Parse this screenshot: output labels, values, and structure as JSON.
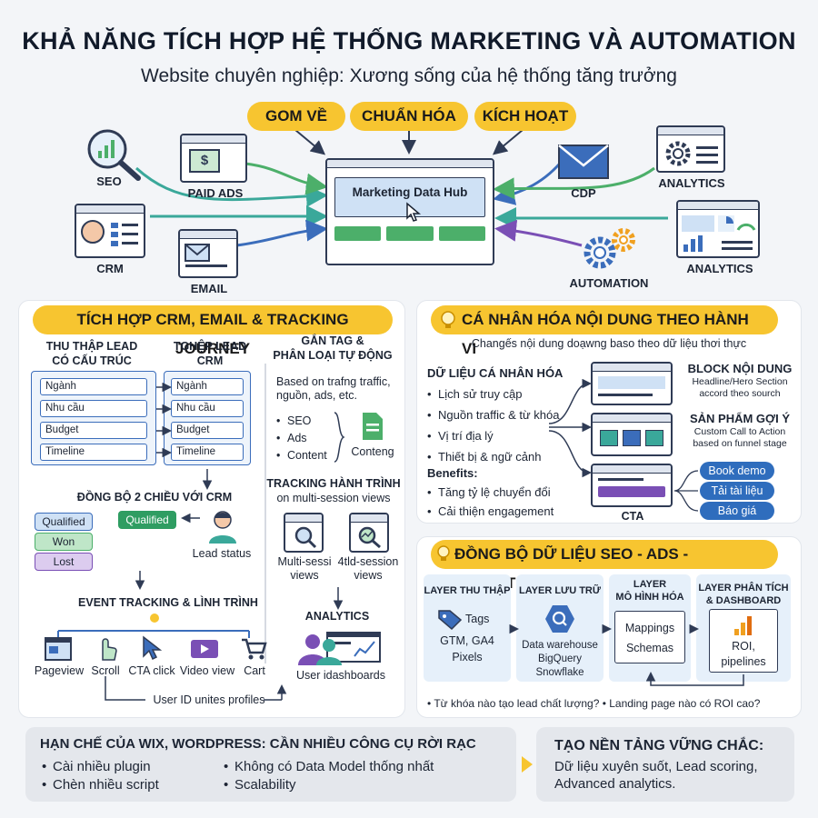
{
  "header": {
    "title": "KHẢ NĂNG TÍCH HỢP HỆ THỐNG MARKETING VÀ AUTOMATION",
    "subtitle": "Website chuyên nghiệp: Xương sống của hệ thống tăng trưởng"
  },
  "hub": {
    "pills": [
      "GOM VỀ",
      "CHUẨN HÓA",
      "KÍCH HOẠT"
    ],
    "center_label": "Marketing Data Hub",
    "sources": {
      "seo": "SEO",
      "paid_ads": "PAID ADS",
      "crm": "CRM",
      "email": "EMAIL"
    },
    "targets": {
      "cdp": "CDP",
      "analytics_top": "ANALYTICS",
      "analytics_bottom": "ANALYTICS",
      "automation": "AUTOMATION"
    },
    "paid_ads_symbol": "$"
  },
  "crm_section": {
    "title": "TÍCH HỢP CRM, EMAIL & TRACKING JOURNEY",
    "col1_title": "THU THẬP LEAD\nCÓ CẤU TRÚC",
    "col2_title": "TGHỆP LEAD\nCRM",
    "fields": [
      "Ngành",
      "Nhu cầu",
      "Budget",
      "Timeline"
    ],
    "sync_title": "ĐỒNG BỘ 2 CHIỀU VỚI CRM",
    "statuses": [
      "Qualified",
      "Won",
      "Lost"
    ],
    "status_active": "Qualified",
    "lead_status": "Lead status",
    "event_title": "EVENT TRACKING & LÌNH TRÌNH",
    "events": [
      "Pageview",
      "Scroll",
      "CTA click",
      "Video view",
      "Cart"
    ],
    "user_id": "User ID unites profiles",
    "tag_title": "GẮN TAG &\nPHÂN LOẠI TỰ ĐỘNG",
    "tag_desc": "Based on trafng traffic,\nnguồn, ads, etc.",
    "tag_items": [
      "SEO",
      "Ads",
      "Content"
    ],
    "tag_result": "Conteng",
    "journey_title": "TRACKING HÀNH TRÌNH",
    "journey_sub": "on multi-session views",
    "journey_a": "Multi-sessi\nviews",
    "journey_b": "4tld-session\nviews",
    "analytics_title": "ANALYTICS",
    "analytics_sub": "User idashboards"
  },
  "personal_section": {
    "title": "CÁ NHÂN HÓA NỘI DUNG THEO HÀNH VI",
    "subtitle": "Changếs nội dung doạwng baso theo dữ liệu thơi thực",
    "data_title": "DỮ LIỆU CÁ NHÂN HÓA",
    "data_items": [
      "Lịch sử truy cập",
      "Nguồn traffic & từ khóa",
      "Vị trí địa lý",
      "Thiết bị & ngữ cảnh"
    ],
    "benefits_title": "Benefits:",
    "benefits": [
      "Tăng tỷ lệ chuyển đổi",
      "Cải thiện engagement"
    ],
    "block1_title": "BLOCK NỘI DUNG",
    "block1_desc": "Headline/Hero Section\naccord theo sourch",
    "block2_title": "SẢN PHẨM GỢI Ý",
    "block2_desc": "Custom Call to Action\nbased on funnel stage",
    "cta_label": "CTA",
    "cta_buttons": [
      "Book demo",
      "Tải tài liệu",
      "Báo giá"
    ]
  },
  "sync_section": {
    "title": "ĐỒNG BỘ DỮ LIỆU SEO - ADS - ANALYTICS",
    "layers": [
      {
        "title": "LAYER THU THẬP",
        "body": [
          "Tags",
          "GTM, GA4",
          "Pixels"
        ]
      },
      {
        "title": "LAYER LƯU TRỮ",
        "body": [
          "Data warehouse",
          "BigQuery",
          "Snowflake"
        ]
      },
      {
        "title": "LAYER\nMÔ HÌNH HÓA",
        "body": [
          "Mappings",
          "Schemas"
        ]
      },
      {
        "title": "LAYER PHÂN TÍCH\n& DASHBOARD",
        "body": [
          "ROI,",
          "pipelines"
        ]
      }
    ],
    "question": "• Từ khóa nào tạo lead chất lượng?  • Landing page nào có ROI cao?"
  },
  "bottom": {
    "left_title": "HẠN CHẾ CỦA WIX, WORDPRESS: CẦN NHIỀU CÔNG CỤ RỜI RẠC",
    "left_items_a": [
      "Cài nhiều plugin",
      "Chèn nhiều script"
    ],
    "left_items_b": [
      "Không có Data Model thống nhất",
      "Scalability"
    ],
    "right_title": "TẠO NỀN TẢNG VỮNG CHẮC:",
    "right_text": "Dữ liệu xuyên suốt, Lead scoring,\nAdvanced analytics."
  },
  "colors": {
    "accent": "#f7c530",
    "navy": "#2f3b55",
    "blue": "#3b6dbb",
    "green": "#4caf6a",
    "teal": "#3aa89a",
    "purple": "#7a4fb5",
    "lightblue": "#cfe1f5"
  }
}
